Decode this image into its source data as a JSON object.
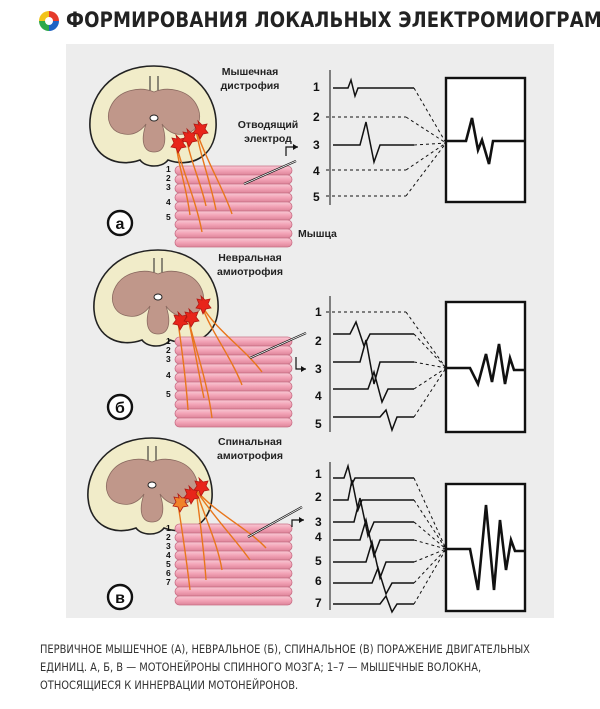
{
  "header": {
    "title": "ФОРМИРОВАНИЯ ЛОКАЛЬНЫХ ЭЛЕКТРОМИОГРАММ"
  },
  "panels": [
    {
      "letter": "а",
      "condition_line1": "Мышечная",
      "condition_line2": "дистрофия",
      "electrode_line1": "Отводящий",
      "electrode_line2": "электрод",
      "muscle_label": "Мышца",
      "fiber_numbers": [
        "1",
        "2",
        "3",
        "4",
        "5"
      ],
      "trace_numbers": [
        "1",
        "2",
        "3",
        "4",
        "5"
      ]
    },
    {
      "letter": "б",
      "condition_line1": "Невральная",
      "condition_line2": "амиотрофия",
      "fiber_numbers": [
        "1",
        "2",
        "3",
        "4",
        "5"
      ],
      "trace_numbers": [
        "1",
        "2",
        "3",
        "4",
        "5"
      ]
    },
    {
      "letter": "в",
      "condition_line1": "Спинальная",
      "condition_line2": "амиотрофия",
      "fiber_numbers": [
        "1",
        "2",
        "3",
        "4",
        "5",
        "6",
        "7"
      ],
      "trace_numbers": [
        "1",
        "2",
        "3",
        "4",
        "5",
        "6",
        "7"
      ]
    }
  ],
  "caption": {
    "line1": "ПЕРВИЧНОЕ МЫШЕЧНОЕ (А), НЕВРАЛЬНОЕ (Б), СПИНАЛЬНОЕ (В) ПОРАЖЕНИЕ ДВИГАТЕЛЬНЫХ",
    "line2": "ЕДИНИЦ. А, Б, В — МОТОНЕЙРОНЫ СПИННОГО МОЗГА; 1–7 — МЫШЕЧНЫЕ ВОЛОКНА,",
    "line3": "ОТНОСЯЩИЕСЯ К ИННЕРВАЦИИ МОТОНЕЙРОНОВ."
  },
  "colors": {
    "panel_background": "#ededed",
    "cord_white_matter": "#f1ecc9",
    "cord_grey_matter": "#c0978a",
    "muscle_fiber": "#f2a3b6",
    "neuron": "#e8251a",
    "axon": "#e8761c",
    "trace": "#111111"
  }
}
